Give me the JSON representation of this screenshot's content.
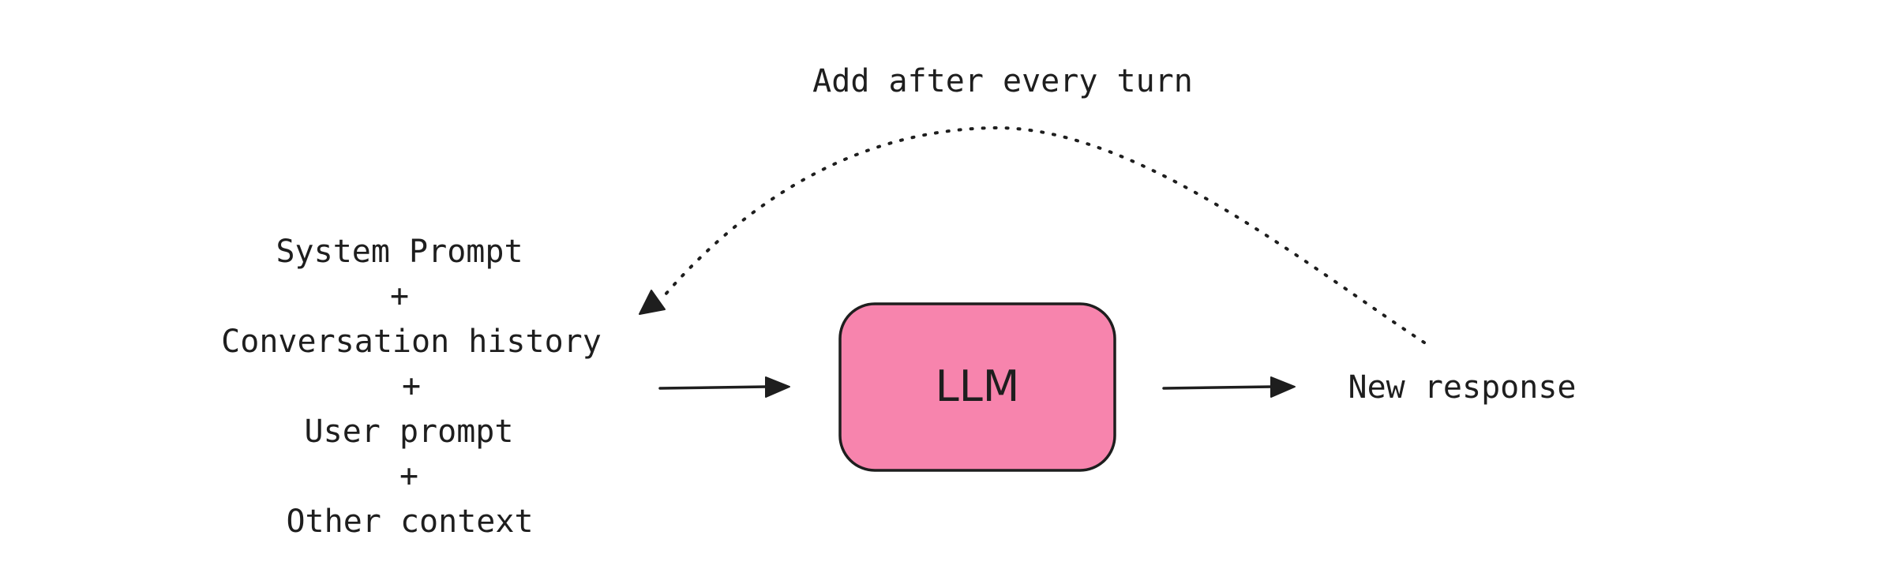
{
  "loop_label": "Add after every turn",
  "inputs": {
    "system_prompt": "System Prompt",
    "plus_1": "+",
    "conversation_history": "Conversation history",
    "plus_2": "+",
    "user_prompt": "User prompt",
    "plus_3": "+",
    "other_context": "Other context"
  },
  "llm_box": {
    "label": "LLM",
    "fill_color": "#f784ad",
    "stroke_color": "#1e1e1e"
  },
  "output": {
    "label": "New response"
  },
  "colors": {
    "text": "#1e1e1e",
    "arrow": "#1e1e1e",
    "background": "#ffffff"
  }
}
